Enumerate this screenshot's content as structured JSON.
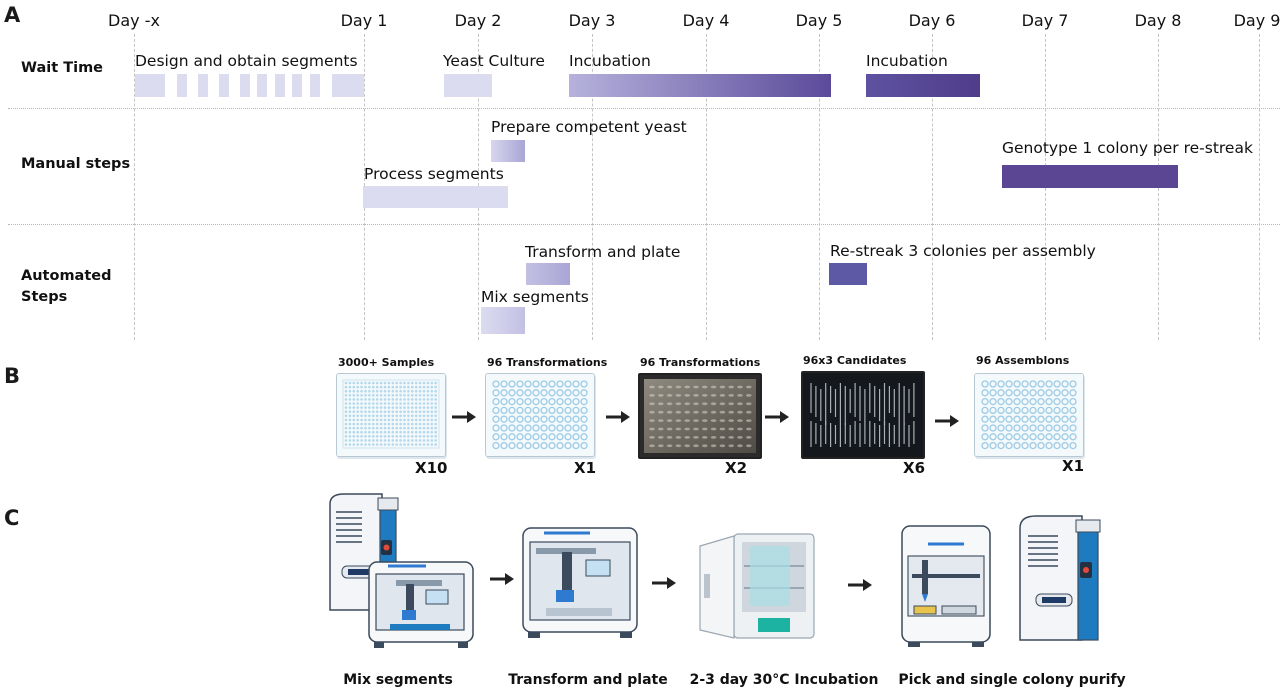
{
  "panels": {
    "a": "A",
    "b": "B",
    "c": "C"
  },
  "days": [
    "Day -x",
    "Day 1",
    "Day 2",
    "Day 3",
    "Day 4",
    "Day 5",
    "Day 6",
    "Day 7",
    "Day 8",
    "Day 9"
  ],
  "rows": {
    "wait_time": "Wait Time",
    "manual_steps": "Manual steps",
    "automated_steps": "Automated Steps"
  },
  "tasks": {
    "design_segments": "Design and obtain segments",
    "yeast_culture": "Yeast Culture",
    "incubation_1": "Incubation",
    "incubation_2": "Incubation",
    "prepare_competent": "Prepare competent yeast",
    "process_segments": "Process segments",
    "genotype": "Genotype 1 colony per re-streak",
    "transform_plate": "Transform and plate",
    "mix_segments": "Mix segments",
    "restreak": "Re-streak 3 colonies per assembly"
  },
  "colors": {
    "light_bar": "#dcdcf0",
    "mid_bar": "#7a70b4",
    "dark_bar": "#5b4a9a",
    "darkest_bar": "#4f3d8a"
  },
  "panel_b": {
    "steps": [
      {
        "title": "3000+ Samples",
        "mult": "X10"
      },
      {
        "title": "96 Transformations",
        "mult": "X1"
      },
      {
        "title": "96 Transformations",
        "mult": "X2"
      },
      {
        "title": "96x3 Candidates",
        "mult": "X6"
      },
      {
        "title": "96 Assemblons",
        "mult": "X1"
      }
    ]
  },
  "panel_c": {
    "steps": [
      "Mix segments",
      "Transform and plate",
      "2-3 day 30°C Incubation",
      "Pick and single colony purify"
    ]
  }
}
